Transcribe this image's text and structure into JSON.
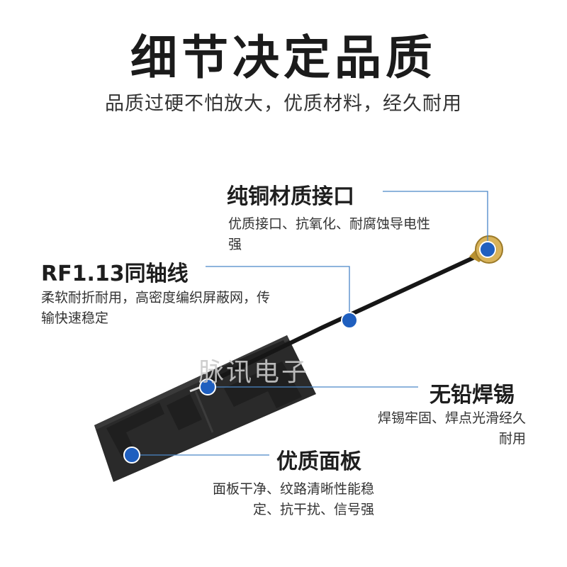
{
  "header": {
    "title": "细节决定品质",
    "subtitle": "品质过硬不怕放大，优质材料，经久耐用"
  },
  "watermark": "脉讯电子",
  "callouts": {
    "copper_interface": {
      "title": "纯铜材质接口",
      "desc": "优质接口、抗氧化、耐腐蚀导电性强"
    },
    "coax_cable": {
      "title": "RF1.13同轴线",
      "desc": "柔软耐折耐用，高密度编织屏蔽网，传输快速稳定"
    },
    "lead_free_solder": {
      "title": "无铅焊锡",
      "desc": "焊锡牢固、焊点光滑经久耐用"
    },
    "quality_panel": {
      "title": "优质面板",
      "desc": "面板干净、纹路清晰性能稳定、抗干扰、信号强"
    }
  },
  "colors": {
    "marker": "#1f5fbf",
    "leader_line": "#4a86c8",
    "antenna_body": "#2b2b2b",
    "cable": "#1a1a1a",
    "connector": "#c9a24a"
  }
}
